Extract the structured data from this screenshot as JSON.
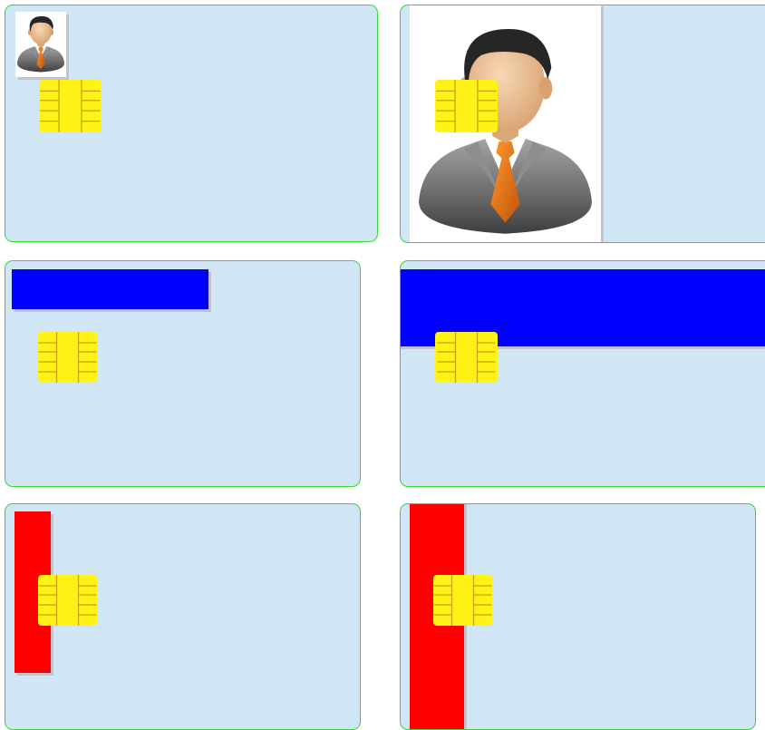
{
  "colors": {
    "card_background": "#d0e6f5",
    "card_border": "#35d835",
    "chip": "#fff217",
    "chip_lines": "#c8a100",
    "band_blue": "#0000ff",
    "band_red": "#ff0000",
    "shadow": "#c4c0cc"
  },
  "cards": [
    {
      "id": "card-1",
      "overlay": "photo-small",
      "icon": "user-avatar-icon"
    },
    {
      "id": "card-2",
      "overlay": "photo-large",
      "icon": "user-avatar-icon"
    },
    {
      "id": "card-3",
      "overlay": "blue-band-partial"
    },
    {
      "id": "card-4",
      "overlay": "blue-band-full-width"
    },
    {
      "id": "card-5",
      "overlay": "red-band-partial"
    },
    {
      "id": "card-6",
      "overlay": "red-band-full-height"
    }
  ]
}
